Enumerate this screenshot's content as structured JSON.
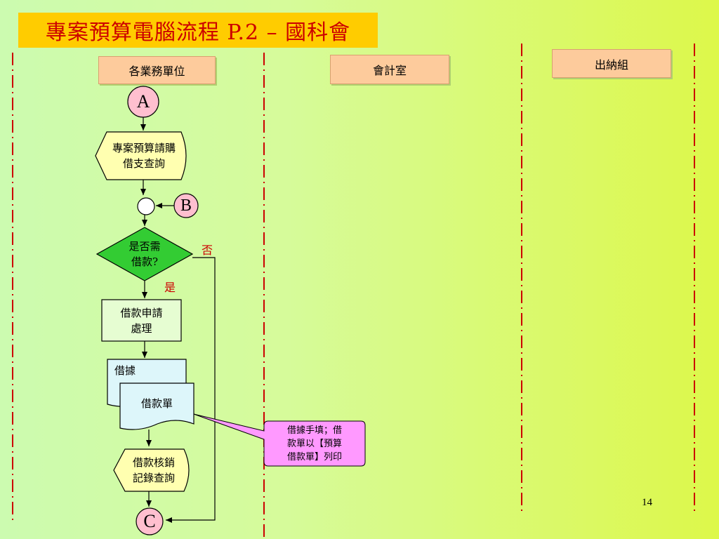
{
  "title": "專案預算電腦流程 P.2 – 國科會",
  "lanes": [
    {
      "label": "各業務單位"
    },
    {
      "label": "會計室"
    },
    {
      "label": "出納組"
    }
  ],
  "connectors": {
    "a": "A",
    "b": "B",
    "c": "C"
  },
  "nodes": {
    "query_budget": "專案預算請購\n借支查詢",
    "decision": "是否需\n借款?",
    "loan_apply": "借款申請\n處理",
    "doc_back": "借據",
    "doc_front": "借款單",
    "writeoff_query": "借款核銷\n記錄查詢",
    "callout": "借據手填；借\n款單以【預算\n借款單】列印"
  },
  "labels": {
    "no": "否",
    "yes": "是"
  },
  "page_number": "14",
  "colors": {
    "title_bg": "#ffcc00",
    "title_text": "#cc0000",
    "lane_label_bg": "#fdcb9c",
    "divider_red": "#cc0000",
    "connector_fill": "#ffbfcf",
    "process_fill": "#ffffb0",
    "decision_fill": "#33cc33",
    "box_fill": "#e6fdd2",
    "doc_fill": "#ddf6fa",
    "callout_fill": "#ff99ff"
  }
}
